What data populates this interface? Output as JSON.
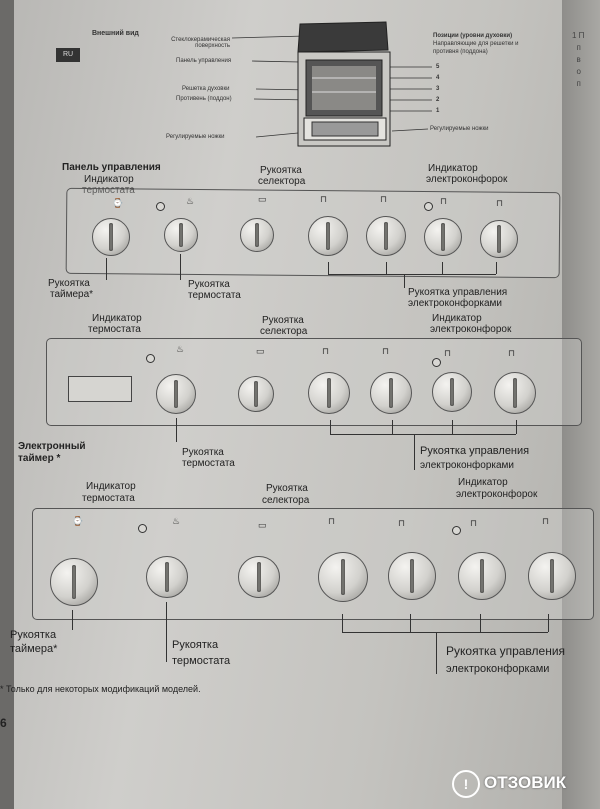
{
  "header": {
    "lang_badge": "RU",
    "external_view": "Внешний вид",
    "glass_ceramic": "Стеклокерамическая поверхность",
    "control_panel": "Панель управления",
    "oven_rack": "Решетка духовки",
    "baking_tray": "Противень (поддон)",
    "adjustable_feet_left": "Регулируемые ножки",
    "adjustable_feet_right": "Регулируемые ножки",
    "positions_line1": "Позиции (уровни духовки)",
    "positions_line2": "Направляющие для решетки и",
    "positions_line3": "противня (поддона)",
    "levels": [
      "5",
      "4",
      "3",
      "2",
      "1"
    ]
  },
  "panel1": {
    "title": "Панель управления",
    "thermostat_indicator_1": "Индикатор",
    "thermostat_indicator_2": "термостата",
    "selector_knob_1": "Рукоятка",
    "selector_knob_2": "селектора",
    "hob_indicator_1": "Индикатор",
    "hob_indicator_2": "электроконфорок",
    "timer_knob_1": "Рукоятка",
    "timer_knob_2": "таймера*",
    "thermostat_knob_1": "Рукоятка",
    "thermostat_knob_2": "термостата",
    "hob_knobs_1": "Рукоятка управления",
    "hob_knobs_2": "электроконфорками"
  },
  "panel2": {
    "thermostat_indicator_1": "Индикатор",
    "thermostat_indicator_2": "термостата",
    "selector_knob_1": "Рукоятка",
    "selector_knob_2": "селектора",
    "hob_indicator_1": "Индикатор",
    "hob_indicator_2": "электроконфорок",
    "electronic_timer_1": "Электронный",
    "electronic_timer_2": "таймер *",
    "thermostat_knob_1": "Рукоятка",
    "thermostat_knob_2": "термостата",
    "hob_knobs_1": "Рукоятка управления",
    "hob_knobs_2": "электроконфорками"
  },
  "panel3": {
    "thermostat_indicator_1": "Индикатор",
    "thermostat_indicator_2": "термостата",
    "selector_knob_1": "Рукоятка",
    "selector_knob_2": "селектора",
    "hob_indicator_1": "Индикатор",
    "hob_indicator_2": "электроконфорок",
    "timer_knob_1": "Рукоятка",
    "timer_knob_2": "таймера*",
    "thermostat_knob_1": "Рукоятка",
    "thermostat_knob_2": "термостата",
    "hob_knobs_1": "Рукоятка управления",
    "hob_knobs_2": "электроконфорками"
  },
  "footer": {
    "note": "* Только для некоторых модификаций моделей.",
    "page_number": "6",
    "watermark": "ОТЗОВИК"
  }
}
